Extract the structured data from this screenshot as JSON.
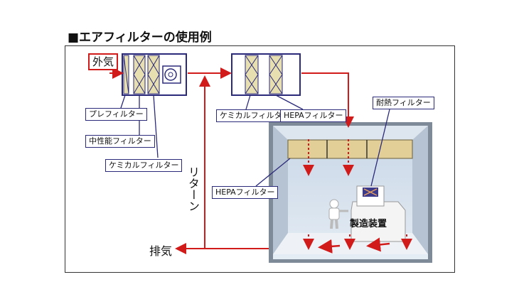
{
  "title": "■エアフィルターの使用例",
  "labels": {
    "outside_air": "外気",
    "pre_filter": "プレフィルター",
    "medium_filter": "中性能フィルター",
    "chemical_filter_1": "ケミカルフィルター",
    "chemical_filter_2": "ケミカルフィルター",
    "hepa_filter_top": "HEPAフィルター",
    "heat_filter": "耐熱フィルター",
    "hepa_filter_room": "HEPAフィルター",
    "return": "リターン",
    "exhaust": "排気",
    "equipment": "製造装置"
  },
  "colors": {
    "flow_arrow": "#d11a1a",
    "label_border": "#2b2a7a",
    "filter_fill": "#e8dfb0",
    "room_bg": "#d9e3ef"
  }
}
